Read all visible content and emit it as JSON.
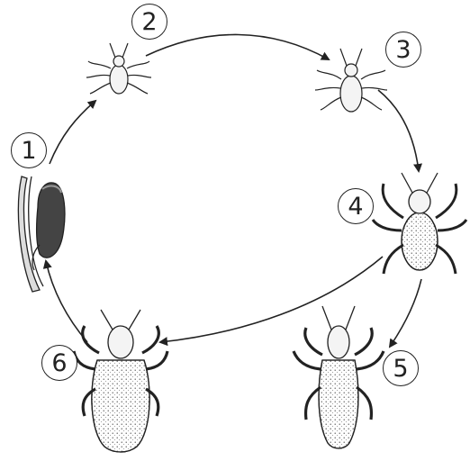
{
  "diagram": {
    "stages": [
      {
        "number": "1",
        "subject": "nit-egg-icon"
      },
      {
        "number": "2",
        "subject": "first-nymph-icon"
      },
      {
        "number": "3",
        "subject": "second-nymph-icon"
      },
      {
        "number": "4",
        "subject": "third-nymph-icon"
      },
      {
        "number": "5",
        "subject": "adult-male-louse-icon"
      },
      {
        "number": "6",
        "subject": "adult-female-louse-icon"
      }
    ],
    "colors": {
      "ink": "#222222",
      "background": "#ffffff",
      "body_fill": "#f4f4f4"
    }
  }
}
